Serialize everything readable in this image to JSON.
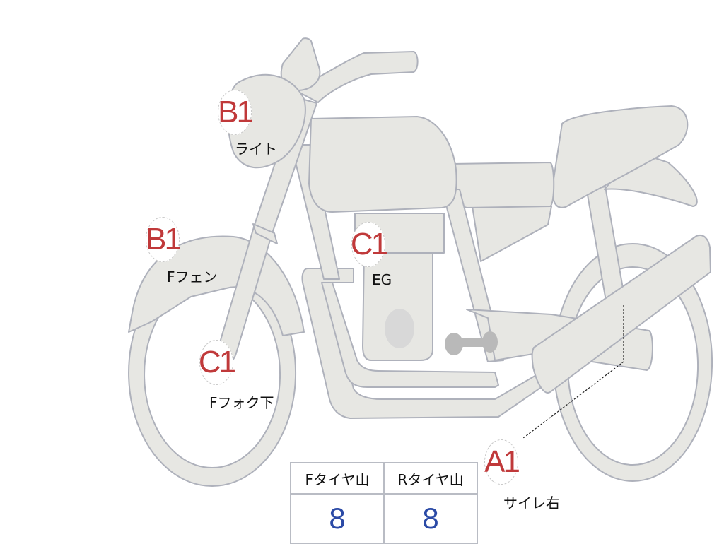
{
  "diagram": {
    "subject": "motorcycle-side-view",
    "colors": {
      "part_fill": "#e7e7e3",
      "part_stroke": "#aeb1bb",
      "marker_code": "#c0393a",
      "tread_value": "#2b4aa6"
    }
  },
  "markers": [
    {
      "code": "B1",
      "label": "ライト"
    },
    {
      "code": "B1",
      "label": "Fフェン"
    },
    {
      "code": "C1",
      "label": "EG"
    },
    {
      "code": "C1",
      "label": "Fフォク下"
    },
    {
      "code": "A1",
      "label": "サイレ右"
    }
  ],
  "tread_table": {
    "headers": [
      "Fタイヤ山",
      "Rタイヤ山"
    ],
    "values": [
      "8",
      "8"
    ]
  }
}
